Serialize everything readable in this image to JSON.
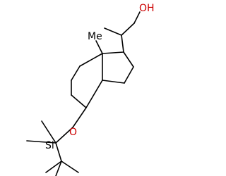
{
  "labels": {
    "hydroxyl": "OH",
    "methyl_stereo": "Me",
    "ether_oxygen": "O",
    "silicon": "Si"
  },
  "colors": {
    "bond": "#000000",
    "heteroatom": "#cc0000",
    "background": "#ffffff"
  }
}
